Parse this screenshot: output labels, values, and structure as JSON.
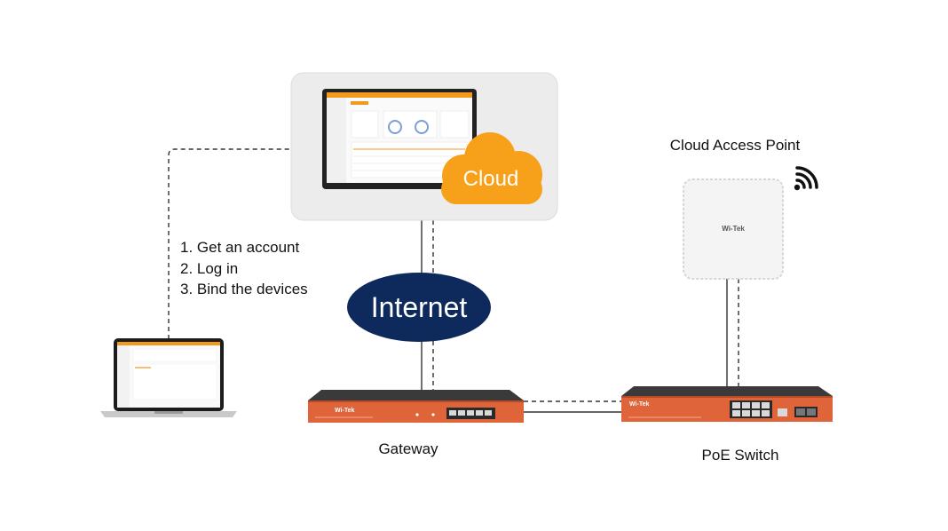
{
  "steps": [
    "1. Get an account",
    "2. Log in",
    "3. Bind the devices"
  ],
  "labels": {
    "cloud": "Cloud",
    "internet": "Internet",
    "cloud_access_point": "Cloud Access Point",
    "gateway": "Gateway",
    "poe_switch": "PoE Switch"
  },
  "brand": "Wi-Tek",
  "colors": {
    "cloud": "#f7a11a",
    "internet": "#0e2a5c",
    "device_orange": "#e0643a",
    "device_dark": "#3a3a3a",
    "line": "#333333"
  },
  "icons": {
    "laptop": "laptop-icon",
    "monitor": "monitor-icon",
    "wifi": "wifi-signal-icon"
  }
}
